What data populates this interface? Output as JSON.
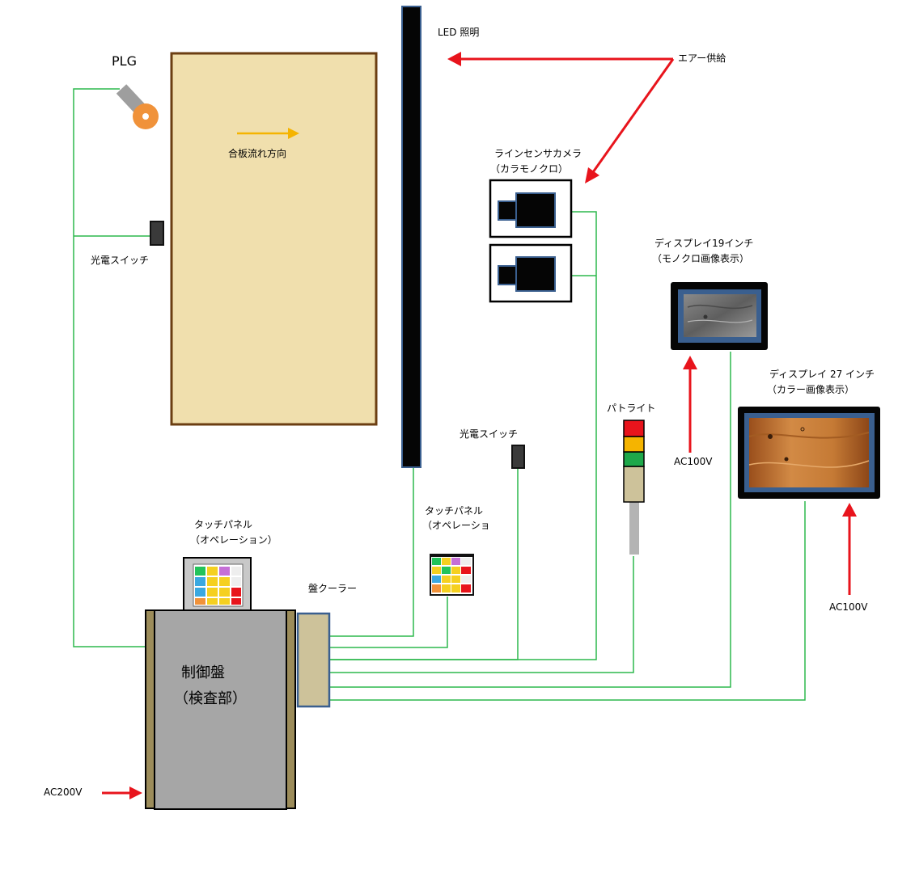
{
  "labels": {
    "plg": "PLG",
    "board_flow": "合板流れ方向",
    "photo_switch_left": "光電スイッチ",
    "led": "LED 照明",
    "air": "エアー供給",
    "camera_line1": "ラインセンサカメラ",
    "camera_line2": "（カラモノクロ）",
    "display19_line1": "ディスプレイ19インチ",
    "display19_line2": "（モノクロ画像表示）",
    "display27_line1": "ディスプレイ 27 インチ",
    "display27_line2": "（カラー画像表示）",
    "patlite": "パトライト",
    "photo_switch_mid": "光電スイッチ",
    "ac100_left": "AC100V",
    "ac100_right": "AC100V",
    "touch_mid_line1": "タッチパネル",
    "touch_mid_line2": "（オペレーショ",
    "touch_left_line1": "タッチパネル",
    "touch_left_line2": "（オペレーション）",
    "cooler": "盤クーラー",
    "control_line1": "制御盤",
    "control_line2": "（検査部）",
    "ac200": "AC200V"
  },
  "colors": {
    "wire": "#2db84d",
    "arrow": "#e8141c",
    "board_fill": "#f0dfad",
    "board_edge": "#6b3e12",
    "panel_gray": "#a6a6a6",
    "panel_rail": "#9c8c5a",
    "cooler_fill": "#cdc29a",
    "frame_blue": "#3a5f8f",
    "plg_orange": "#f0923a",
    "flow_arrow": "#f5b400",
    "lamp_red": "#e8141c",
    "lamp_yellow": "#f5b400",
    "lamp_green": "#1ea84a"
  }
}
